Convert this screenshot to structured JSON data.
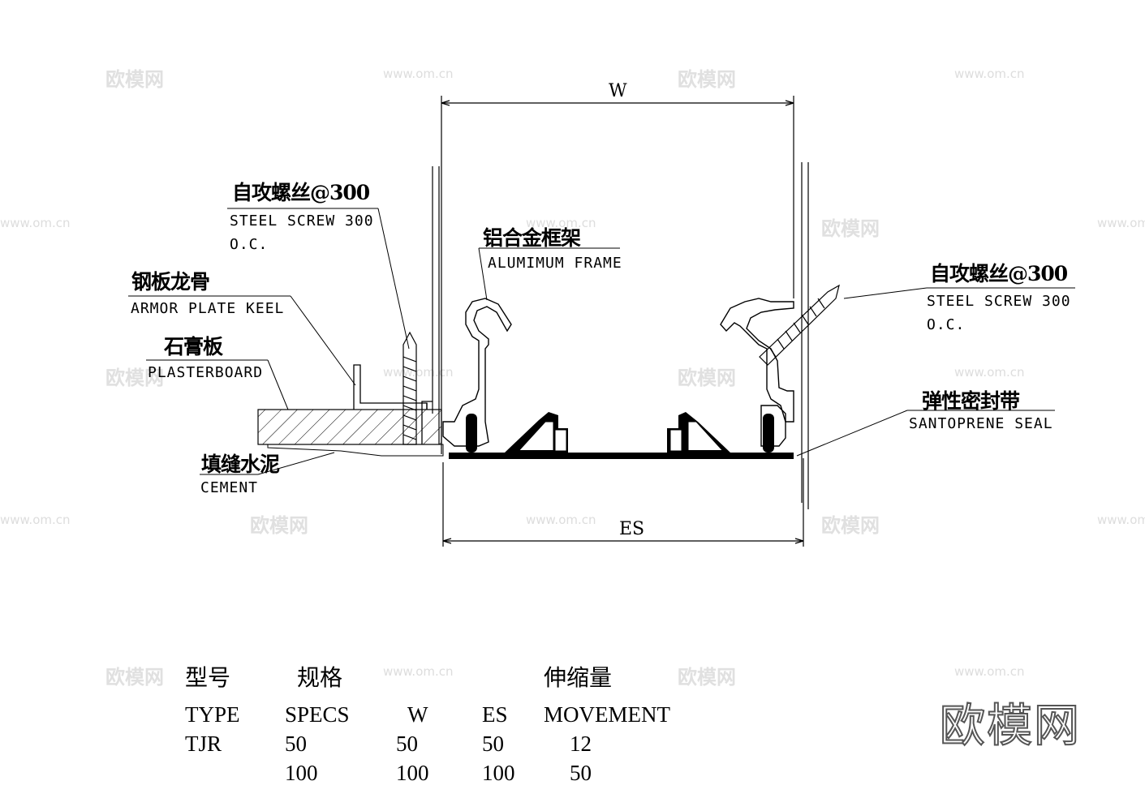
{
  "watermarks": {
    "brand_cn": "欧模网",
    "url": "www.om.cn"
  },
  "dimensions": {
    "w": "W",
    "es": "ES"
  },
  "labels": {
    "screw_left": {
      "cn": "自攻螺丝@300",
      "en_line1": "STEEL SCREW 300",
      "en_line2": "O.C."
    },
    "frame": {
      "cn": "铝合金框架",
      "en": "ALUMIMUM FRAME"
    },
    "keel": {
      "cn": "钢板龙骨",
      "en": "ARMOR PLATE KEEL"
    },
    "plaster": {
      "cn": "石膏板",
      "en": "PLASTERBOARD"
    },
    "cement": {
      "cn": "填缝水泥",
      "en": "CEMENT"
    },
    "screw_right": {
      "cn": "自攻螺丝@300",
      "en_line1": "STEEL SCREW 300",
      "en_line2": "O.C."
    },
    "seal": {
      "cn": "弹性密封带",
      "en": "SANTOPRENE SEAL"
    }
  },
  "table": {
    "cn_headers": {
      "type": "型号",
      "specs": "规格",
      "movement": "伸缩量"
    },
    "headers": {
      "type": "TYPE",
      "specs": "SPECS",
      "w": "W",
      "es": "ES",
      "movement": "MOVEMENT"
    },
    "rows": [
      {
        "type": "TJR",
        "specs": "50",
        "w": "50",
        "es": "50",
        "movement": "12"
      },
      {
        "type": "",
        "specs": "100",
        "w": "100",
        "es": "100",
        "movement": "50"
      }
    ]
  },
  "colors": {
    "line": "#000000",
    "watermark": "#dddddd"
  }
}
